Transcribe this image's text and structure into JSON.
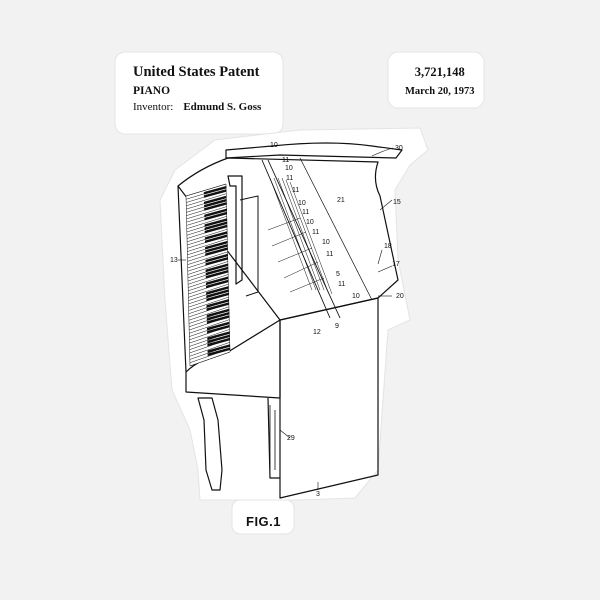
{
  "patent": {
    "title": "United States Patent",
    "subject": "PIANO",
    "inventor_label": "Inventor:",
    "inventor_name": "Edmund S. Goss",
    "number": "3,721,148",
    "date": "March 20, 1973"
  },
  "figure": {
    "label": "FIG.1",
    "callouts": [
      "10",
      "30",
      "11",
      "10",
      "11",
      "21",
      "15",
      "11",
      "13",
      "10",
      "11",
      "10",
      "11",
      "10",
      "18",
      "17",
      "11",
      "5",
      "11",
      "10",
      "20",
      "12",
      "9",
      "29",
      "3"
    ]
  },
  "colors": {
    "background": "#f2f2f2",
    "sticker": "#ffffff",
    "ink": "#111111"
  }
}
